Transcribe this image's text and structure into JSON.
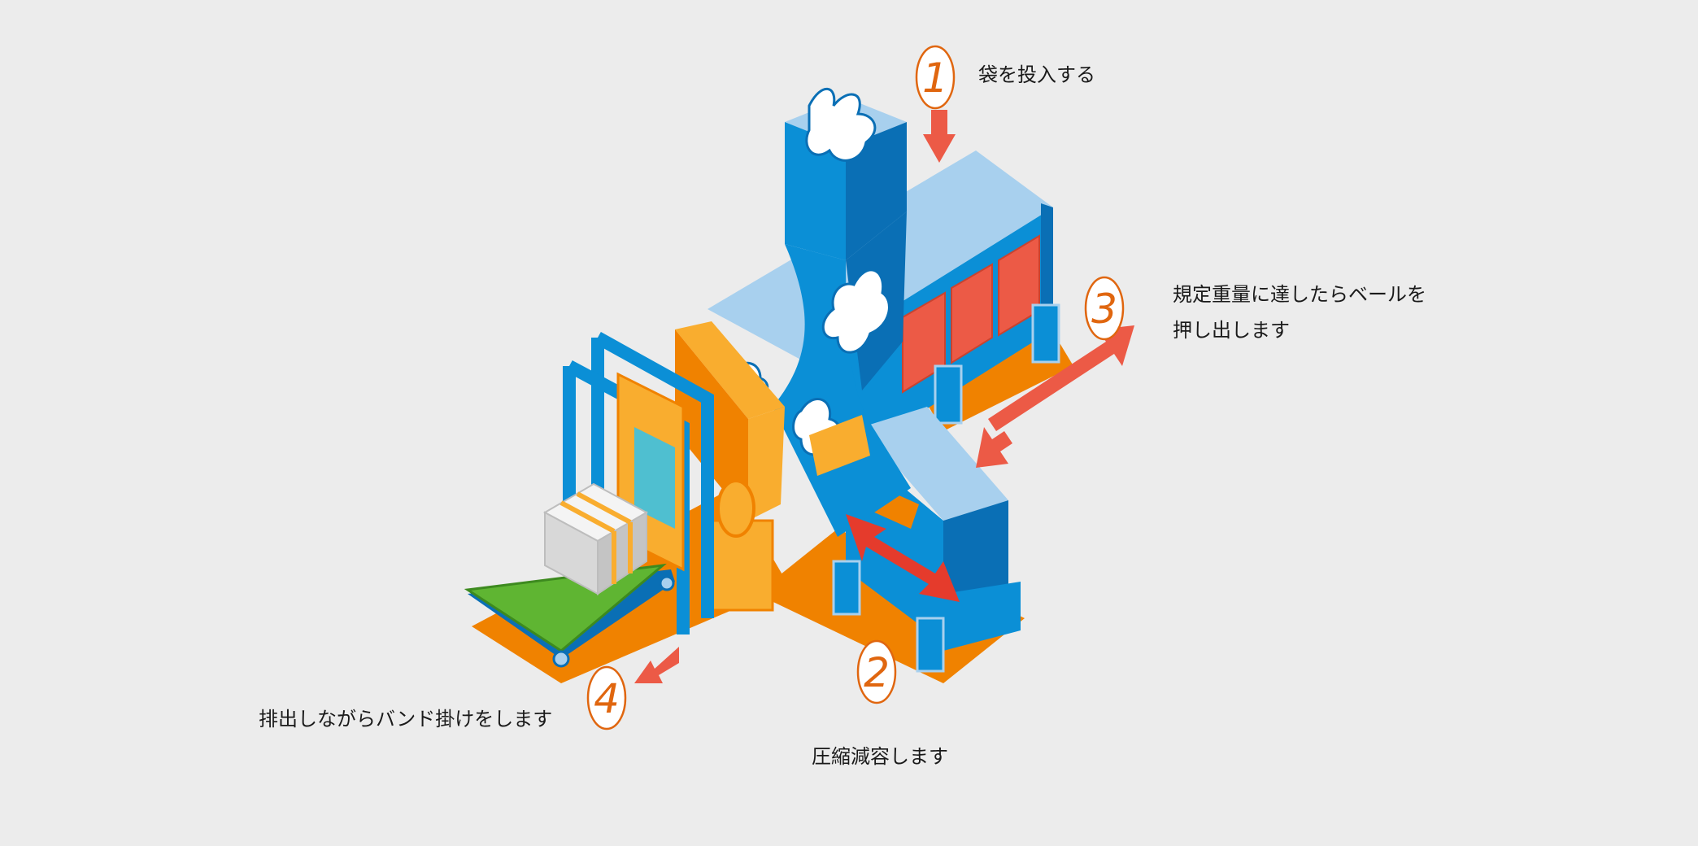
{
  "steps": [
    {
      "number": "1",
      "label_lines": [
        "袋を投入する"
      ]
    },
    {
      "number": "2",
      "label_lines": [
        "圧縮減容します"
      ]
    },
    {
      "number": "3",
      "label_lines": [
        "規定重量に達したらベールを",
        "押し出します"
      ]
    },
    {
      "number": "4",
      "label_lines": [
        "排出しながらバンド掛けをします"
      ]
    }
  ],
  "colors": {
    "background": "#ececec",
    "machine_blue": "#0b8fd6",
    "machine_blue_dark": "#0a6fb5",
    "machine_blue_light": "#a8d0ee",
    "orange": "#f08200",
    "orange_light": "#f9ad2f",
    "red_panel": "#ec5a46",
    "arrow_red": "#ec5a46",
    "conveyor_green": "#5fb532",
    "step_number": "#e0660f",
    "label_text": "#1a1a1a"
  }
}
